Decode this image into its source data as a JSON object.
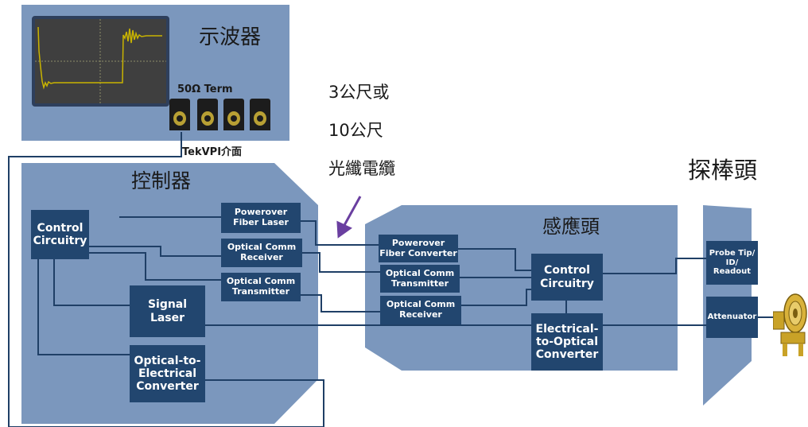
{
  "oscilloscope": {
    "title": "示波器",
    "termination_label": "50Ω Term",
    "interface_label": "TekVPI介面",
    "connector_count": 4
  },
  "cable": {
    "line1": "3公尺或",
    "line2": "10公尺",
    "line3": "光纖電纜"
  },
  "controller": {
    "title": "控制器",
    "control_circuitry": "Control\nCircuitry",
    "power_over_fiber_laser": "Powerover\nFiber Laser",
    "optical_comm_receiver": "Optical Comm\nReceiver",
    "optical_comm_transmitter": "Optical Comm\nTransmitter",
    "signal_laser": "Signal\nLaser",
    "optical_to_electrical": "Optical-to-\nElectrical\nConverter"
  },
  "sensor_head": {
    "title": "感應頭",
    "power_over_fiber_converter": "Powerover\nFiber Converter",
    "optical_comm_transmitter": "Optical Comm\nTransmitter",
    "optical_comm_receiver": "Optical Comm\nReceiver",
    "control_circuitry": "Control\nCircuitry",
    "electrical_to_optical": "Electrical-\nto-Optical\nConverter"
  },
  "probe_head": {
    "title": "探棒頭",
    "probe_tip": "Probe Tip/\nID/\nReadout",
    "attenuator": "Attenuator"
  },
  "colors": {
    "panel": "#7b97bd",
    "block": "#22466f",
    "wire": "#1f3f66",
    "arrow": "#6a3fa0",
    "trace": "#c9b400"
  }
}
